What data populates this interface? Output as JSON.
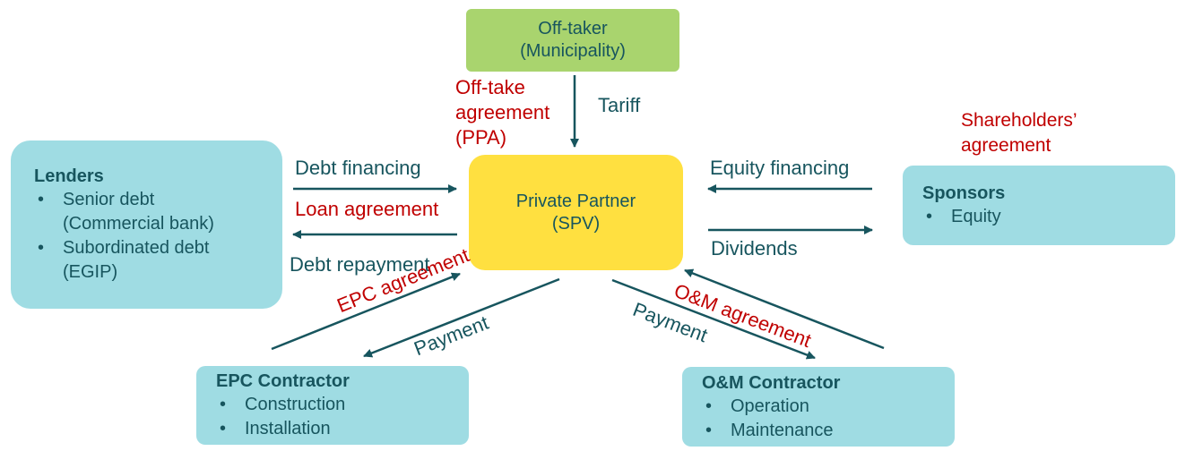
{
  "colors": {
    "teal_text": "#17555E",
    "red_text": "#C00000",
    "offtaker_fill": "#A9D46E",
    "spv_fill": "#FFE040",
    "party_fill": "#9FDCE3",
    "arrow": "#17555E"
  },
  "offtaker": {
    "line1": "Off-taker",
    "line2": "(Municipality)"
  },
  "spv": {
    "line1": "Private Partner",
    "line2": "(SPV)"
  },
  "lenders": {
    "title": "Lenders",
    "items": [
      "Senior debt",
      "(Commercial bank)",
      "Subordinated debt",
      "(EGIP)"
    ]
  },
  "sponsors": {
    "title": "Sponsors",
    "items": [
      "Equity"
    ]
  },
  "epc": {
    "title": "EPC Contractor",
    "items": [
      "Construction",
      "Installation"
    ]
  },
  "om": {
    "title": "O&M Contractor",
    "items": [
      "Operation",
      "Maintenance"
    ]
  },
  "labels": {
    "offtake_agreement": [
      "Off-take",
      "agreement",
      "(PPA)"
    ],
    "tariff": "Tariff",
    "shareholders_agreement": [
      "Shareholders’",
      "agreement"
    ],
    "debt_financing": "Debt financing",
    "loan_agreement": "Loan agreement",
    "debt_repayment": "Debt repayment",
    "equity_financing": "Equity financing",
    "dividends": "Dividends",
    "epc_agreement": "EPC agreement",
    "epc_payment": "Payment",
    "om_agreement": "O&M agreement",
    "om_payment": "Payment"
  }
}
